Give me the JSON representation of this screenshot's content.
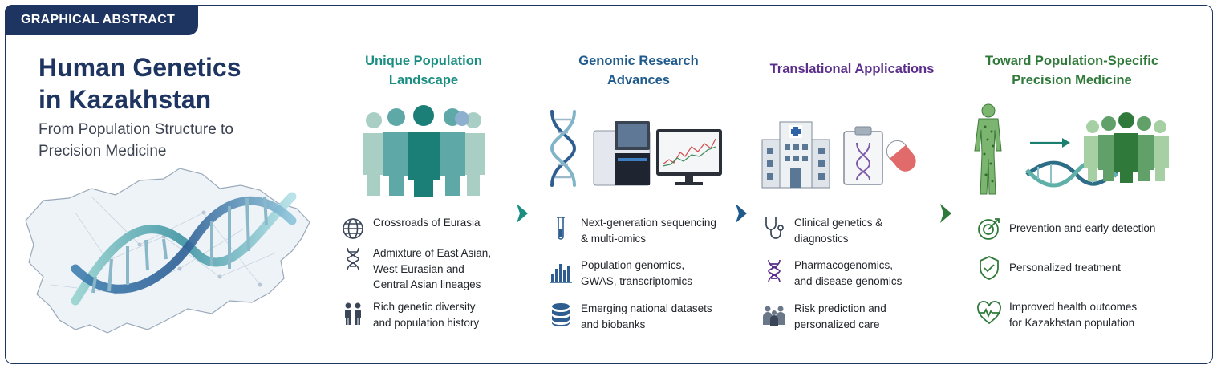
{
  "tag": "GRAPHICAL ABSTRACT",
  "title": [
    "Human Genetics",
    "in Kazakhstan"
  ],
  "subtitle": [
    "From Population Structure to",
    "Precision Medicine"
  ],
  "colors": {
    "navy": "#1e3461",
    "teal": "#1b8e82",
    "blue": "#1f5a8c",
    "purple": "#5a2e8a",
    "green": "#2f7a3a"
  },
  "columns": [
    {
      "heading": [
        "Unique Population",
        "Landscape"
      ],
      "items": [
        {
          "icon": "globe-icon",
          "text": [
            "Crossroads of Eurasia"
          ]
        },
        {
          "icon": "dna-icon",
          "text": [
            "Admixture of East Asian,",
            "West Eurasian and",
            "Central Asian lineages"
          ]
        },
        {
          "icon": "people-icon",
          "text": [
            "Rich genetic diversity",
            "and population history"
          ]
        }
      ]
    },
    {
      "heading": [
        "Genomic Research",
        "Advances"
      ],
      "items": [
        {
          "icon": "test-tube-icon",
          "text": [
            "Next-generation sequencing",
            "& multi-omics"
          ]
        },
        {
          "icon": "bar-chart-icon",
          "text": [
            "Population genomics,",
            "GWAS, transcriptomics"
          ]
        },
        {
          "icon": "database-icon",
          "text": [
            "Emerging national datasets",
            "and biobanks"
          ]
        }
      ]
    },
    {
      "heading": [
        "Translational Applications"
      ],
      "items": [
        {
          "icon": "stethoscope-icon",
          "text": [
            "Clinical genetics &",
            "diagnostics"
          ]
        },
        {
          "icon": "dna-icon",
          "text": [
            "Pharmacogenomics,",
            "and disease genomics"
          ]
        },
        {
          "icon": "family-icon",
          "text": [
            "Risk prediction and",
            "personalized care"
          ]
        }
      ]
    },
    {
      "heading": [
        "Toward Population-Specific",
        "Precision Medicine"
      ],
      "items": [
        {
          "icon": "target-icon",
          "text": [
            "Prevention and early detection"
          ]
        },
        {
          "icon": "shield-check-icon",
          "text": [
            "Personalized treatment"
          ]
        },
        {
          "icon": "heart-pulse-icon",
          "text": [
            "Improved health outcomes",
            "for Kazakhstan population"
          ]
        }
      ]
    }
  ]
}
